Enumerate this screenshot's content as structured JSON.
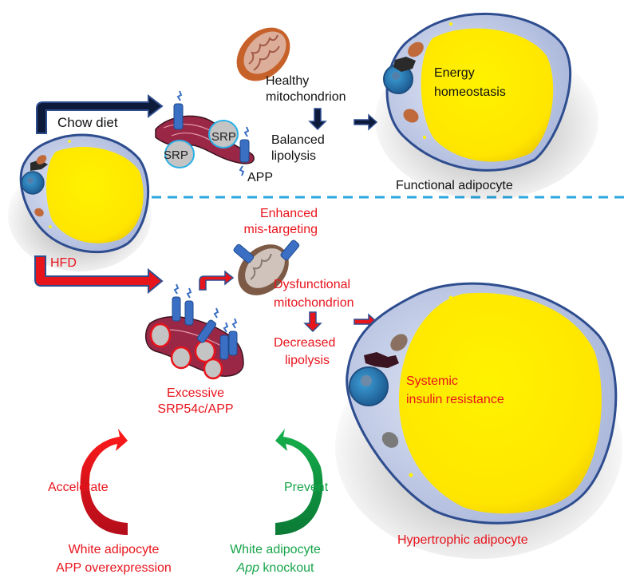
{
  "colors": {
    "chow_arrow": "#0d1a3a",
    "arrow_outline": "#2e4d8f",
    "hfd_arrow_fill": "#e8141c",
    "divider": "#2aa7df",
    "text_black": "#111111",
    "text_red": "#e8141c",
    "text_green": "#17a44a",
    "cytoplasm": "#b9c5e4",
    "cell_border": "#2e4d8f",
    "lipid_droplet": "#ffe600",
    "nucleus": "#2f7fb8",
    "protein_blue": "#3a6fc4",
    "er_red": "#9b2746",
    "srp_gray": "#c4c4c4"
  },
  "top_panel": {
    "condition_label": "Chow diet",
    "srp_label_1": "SRP",
    "srp_label_2": "SRP",
    "app_label": "APP",
    "mito_label_line1": "Healthy",
    "mito_label_line2": "mitochondrion",
    "outcome_line1": "Balanced",
    "outcome_line2": "lipolysis",
    "cell_text_line1": "Energy",
    "cell_text_line2": "homeostasis",
    "cell_caption": "Functional adipocyte"
  },
  "bottom_panel": {
    "condition_label": "HFD",
    "mistarget_line1": "Enhanced",
    "mistarget_line2": "mis-targeting",
    "mito_label_line1": "Dysfunctional",
    "mito_label_line2": "mitochondrion",
    "outcome_line1": "Decreased",
    "outcome_line2": "lipolysis",
    "excess_line1": "Excessive",
    "excess_line2": "SRP54c/APP",
    "cell_text_line1": "Systemic",
    "cell_text_line2": "insulin resistance",
    "cell_caption": "Hypertrophic adipocyte"
  },
  "interventions": {
    "accelerate": {
      "verb": "Accelerate",
      "line1": "White adipocyte",
      "line2": "APP overexpression"
    },
    "prevent": {
      "verb": "Prevent",
      "line1": "White adipocyte",
      "line2_italic": "App",
      "line2_rest": " knockout"
    }
  }
}
